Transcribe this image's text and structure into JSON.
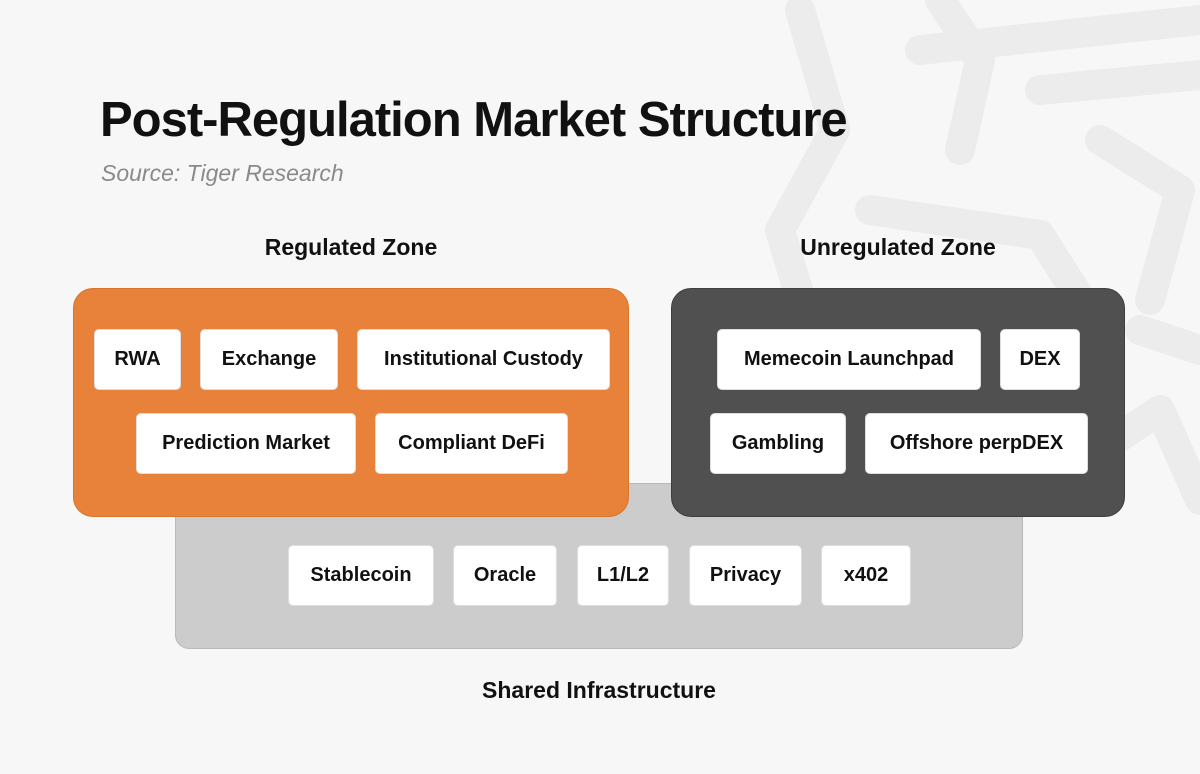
{
  "title": "Post-Regulation Market Structure",
  "subtitle": "Source: Tiger Research",
  "colors": {
    "background": "#f7f7f7",
    "regulated_zone": "#e8823a",
    "unregulated_zone": "#505050",
    "shared_infrastructure": "#cccccc",
    "chip": "#ffffff"
  },
  "regulated_zone": {
    "label": "Regulated Zone",
    "items": [
      "RWA",
      "Exchange",
      "Institutional Custody",
      "Prediction Market",
      "Compliant DeFi"
    ]
  },
  "unregulated_zone": {
    "label": "Unregulated Zone",
    "items": [
      "Memecoin Launchpad",
      "DEX",
      "Gambling",
      "Offshore perpDEX"
    ]
  },
  "shared_infrastructure": {
    "label": "Shared Infrastructure",
    "items": [
      "Stablecoin",
      "Oracle",
      "L1/L2",
      "Privacy",
      "x402"
    ]
  }
}
